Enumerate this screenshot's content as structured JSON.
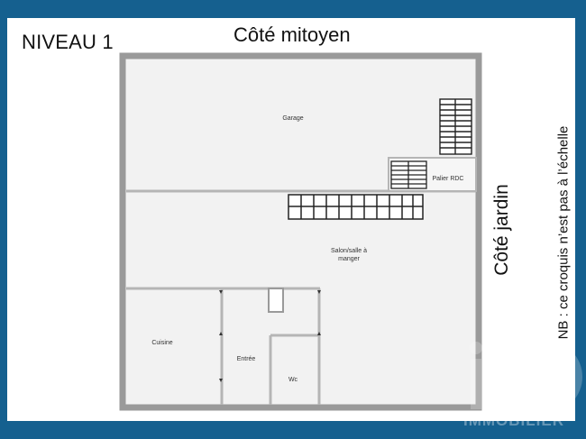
{
  "header": {
    "level": "NIVEAU 1",
    "side_top": "Côté mitoyen",
    "side_right": "Côté jardin",
    "note": "NB : ce croquis n’est pas à l’échelle"
  },
  "rooms": {
    "garage": "Garage",
    "palier": "Palier RDC",
    "salon_line1": "Salon/salle à",
    "salon_line2": "manger",
    "cuisine": "Cuisine",
    "entree": "Entrée",
    "wc": "Wc"
  },
  "watermark": {
    "text": "IMMOBILIER"
  },
  "colors": {
    "frame": "#15608f",
    "wall": "#9a9a9a",
    "floor": "#f2f2f2"
  }
}
